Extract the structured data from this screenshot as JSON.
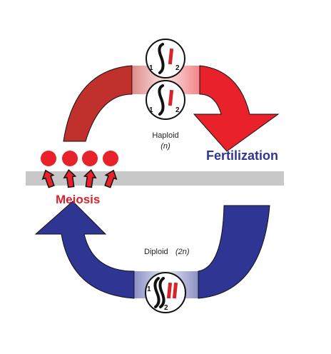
{
  "labels": {
    "haploid": "Haploid",
    "haploid_ploidy": "(n)",
    "diploid": "Diploid",
    "diploid_ploidy": "(2n)",
    "fertilization": "Fertilization",
    "meiosis": "Meiosis"
  },
  "cells": {
    "top": {
      "left_number": "1",
      "right_number": "2"
    },
    "middle": {
      "left_number": "1",
      "right_number": "2"
    },
    "bottom": {
      "left_number": "1",
      "right_number": "2"
    }
  },
  "gametes": {
    "count": 4
  },
  "colors": {
    "red_dark": "#c0302c",
    "red_bright": "#e8212a",
    "blue": "#2e3592",
    "blue_fade": "#c9ccea",
    "red_fade": "#f6d0cc",
    "bar": "#c8c8c8",
    "fertilization_text": "#2e3592",
    "meiosis_text": "#d9232a"
  }
}
